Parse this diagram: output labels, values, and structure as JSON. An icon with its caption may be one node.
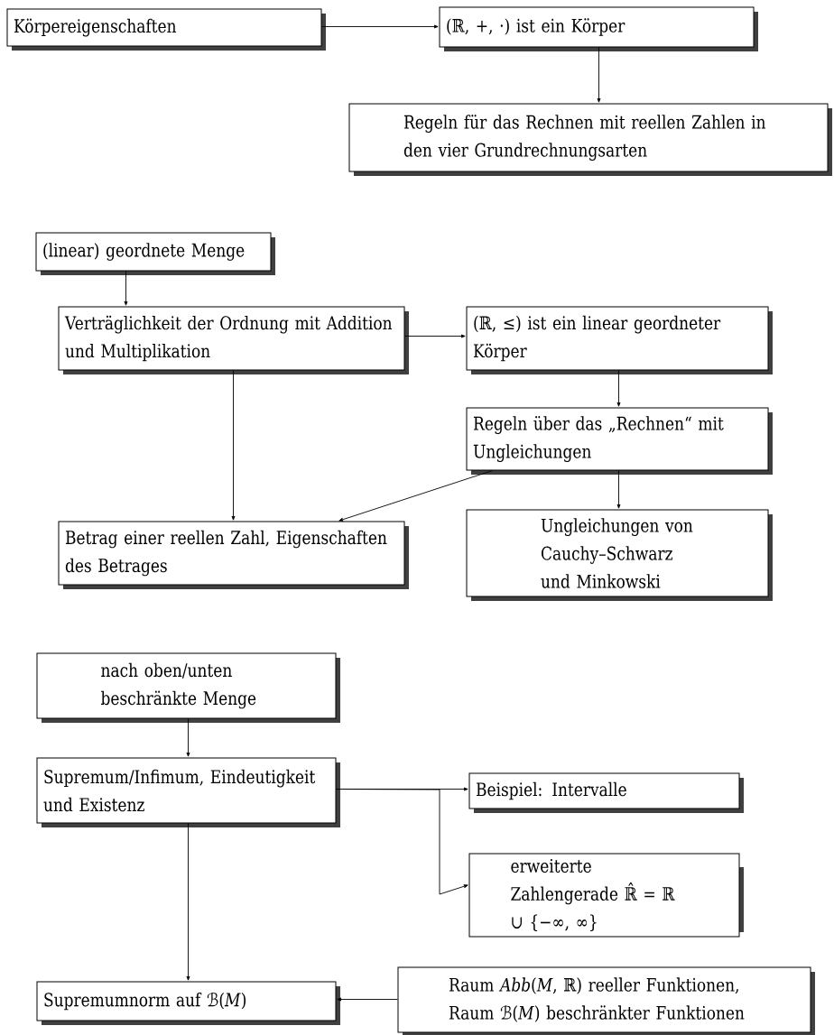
{
  "diagram": {
    "nodes": [
      {
        "text": [
          "Körpereigenschaften"
        ]
      },
      {
        "text": [
          "(ℝ, +, ·) ist ein Körper"
        ]
      },
      {
        "text": [
          "Regeln für das Rechnen mit reellen Zahlen in den vier Grundrechnungsarten"
        ]
      },
      {
        "text": [
          "(linear) geordnete Menge"
        ]
      },
      {
        "text": [
          "Verträglichkeit der Ordnung mit Addition und Multiplikation"
        ]
      },
      {
        "text": [
          "(ℝ, ≤) ist ein linear geordneter Körper"
        ]
      },
      {
        "text": [
          "Regeln über das „Rechnen“ mit Ungleichungen"
        ]
      },
      {
        "text": [
          "Betrag einer reellen Zahl, Eigenschaften des Betrages"
        ]
      },
      {
        "text": [
          "Ungleichungen von Cauchy–Schwarz und Minkowski"
        ]
      },
      {
        "text": [
          "nach oben/unten beschränkte Menge"
        ]
      },
      {
        "text": [
          "Supremum/Infimum, Eindeutigkeit und Existenz"
        ]
      },
      {
        "text": [
          "Beispiel: Intervalle"
        ]
      },
      {
        "text": [
          "erweiterte Zahlengerade ℝ̂ = ℝ ∪ {−∞, ∞}"
        ]
      },
      {
        "text": [
          "Supremumnorm auf ℬ(*M*)"
        ]
      },
      {
        "text": [
          "Raum *Abb*(*M*, ℝ) reeller Funktionen, Raum ℬ(*M*) beschränkter Funktionen"
        ]
      }
    ],
    "edges": [
      {
        "from": 0,
        "to": 1,
        "arrow": "to"
      },
      {
        "from": 1,
        "to": 2,
        "arrow": "to"
      },
      {
        "from": 3,
        "to": 4,
        "arrow": "to"
      },
      {
        "from": 4,
        "to": 5,
        "arrow": "to"
      },
      {
        "from": 4,
        "to": 7,
        "arrow": "to"
      },
      {
        "from": 5,
        "to": 6,
        "arrow": "to"
      },
      {
        "from": 6,
        "to": 7,
        "arrow": "to"
      },
      {
        "from": 6,
        "to": 8,
        "arrow": "to"
      },
      {
        "from": 9,
        "to": 10,
        "arrow": "to"
      },
      {
        "from": 10,
        "to": 11,
        "arrow": "to"
      },
      {
        "from": 10,
        "to": 12,
        "arrow": "to"
      },
      {
        "from": 10,
        "to": 13,
        "arrow": "to"
      },
      {
        "from": 14,
        "to": 13,
        "arrow": "to"
      }
    ]
  }
}
